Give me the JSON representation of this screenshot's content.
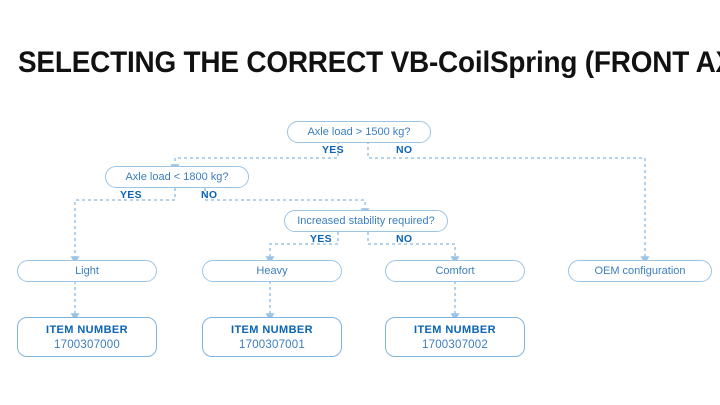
{
  "page": {
    "title": "SELECTING THE CORRECT VB-CoilSpring (FRONT AXLE)",
    "background": "#ffffff",
    "title_color": "#111111"
  },
  "colors": {
    "node_border": "#9cc4e4",
    "node_text": "#3c7ec0",
    "label_text": "#0b63b4",
    "connector": "#9cc4e4",
    "item_border": "#7fb3dd",
    "item_title": "#0b63b4",
    "item_value": "#3c7ec0"
  },
  "flowchart": {
    "type": "decision-tree",
    "decisions": [
      {
        "id": "d1",
        "question": "Axle load > 1500 kg?",
        "yes_label": "YES",
        "no_label": "NO",
        "yes_target": "d2",
        "no_target": "oem"
      },
      {
        "id": "d2",
        "question": "Axle load < 1800 kg?",
        "yes_label": "YES",
        "no_label": "NO",
        "yes_target": "light",
        "no_target": "d3"
      },
      {
        "id": "d3",
        "question": "Increased stability required?",
        "yes_label": "YES",
        "no_label": "NO",
        "yes_target": "heavy",
        "no_target": "comfort"
      }
    ],
    "results": [
      {
        "id": "light",
        "label": "Light",
        "item": "item1"
      },
      {
        "id": "heavy",
        "label": "Heavy",
        "item": "item2"
      },
      {
        "id": "comfort",
        "label": "Comfort",
        "item": "item3"
      },
      {
        "id": "oem",
        "label": "OEM configuration",
        "item": null
      }
    ],
    "items": [
      {
        "id": "item1",
        "heading": "ITEM NUMBER",
        "number": "1700307000"
      },
      {
        "id": "item2",
        "heading": "ITEM NUMBER",
        "number": "1700307001"
      },
      {
        "id": "item3",
        "heading": "ITEM NUMBER",
        "number": "1700307002"
      }
    ]
  }
}
